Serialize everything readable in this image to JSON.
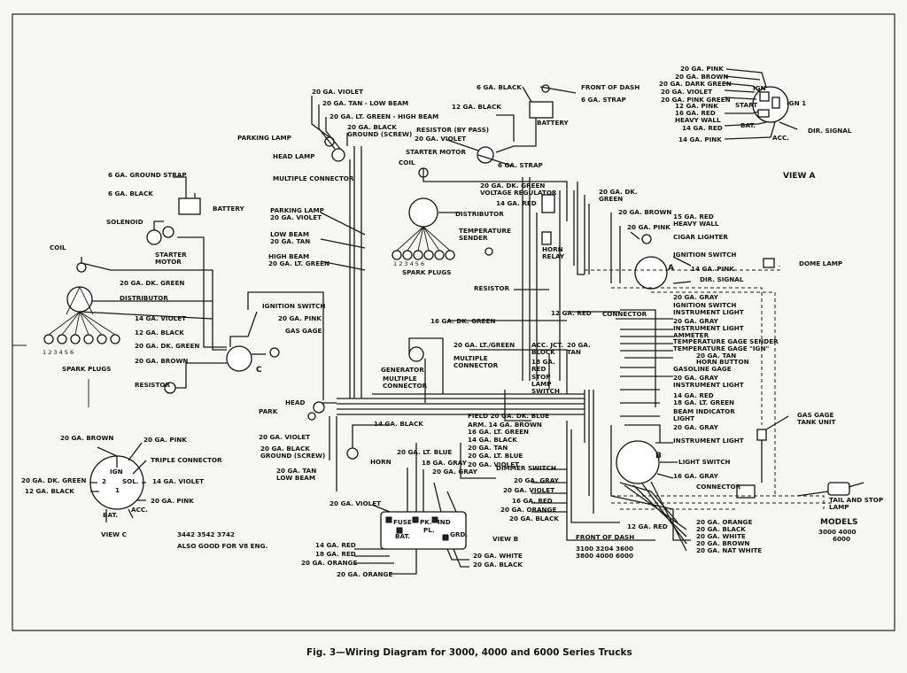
{
  "caption": "Fig. 3—Wiring Diagram for 3000, 4000 and 6000 Series Trucks",
  "labels": {
    "left_ground_strap": "6 GA. GROUND STRAP",
    "left_6ga_black": "6 GA. BLACK",
    "left_battery": "BATTERY",
    "left_solenoid": "SOLENOID",
    "left_starter_motor": "STARTER\nMOTOR",
    "left_coil": "COIL",
    "left_20dkgreen_1": "20 GA. DK. GREEN",
    "left_distributor": "DISTRIBUTOR",
    "left_14violet": "14 GA. VIOLET",
    "left_12black": "12 GA. BLACK",
    "left_20dkgreen_2": "20 GA. DK. GREEN",
    "left_20brown": "20 GA. BROWN",
    "left_resistor": "RESISTOR",
    "left_spark_plugs": "SPARK PLUGS",
    "left_plug_numbers": "1 2 3 4 5 6",
    "ign_switch_c": "IGNITION SWITCH",
    "ign_20pink": "20 GA. PINK",
    "gas_gage": "GAS GAGE",
    "hl_20violet": "20 GA. VIOLET",
    "hl_20tan_low": "20 GA. TAN - LOW BEAM",
    "hl_20ltgreen_high": "20 GA. LT. GREEN - HIGH BEAM",
    "hl_20black_ground": "20 GA. BLACK\nGROUND (SCREW)",
    "parking_lamp_top": "PARKING LAMP",
    "head_lamp_top": "HEAD LAMP",
    "multiple_connector_top": "MULTIPLE CONNECTOR",
    "parking_lamp_20violet": "PARKING LAMP\n20 GA. VIOLET",
    "low_beam_20tan": "LOW BEAM\n20 GA. TAN",
    "high_beam_20ltgreen": "HIGH BEAM\n20 GA. LT. GREEN",
    "top_6black": "6 GA. BLACK",
    "front_of_dash_top": "FRONT OF DASH",
    "top_6strap_1": "6 GA. STRAP",
    "top_12black": "12 GA. BLACK",
    "battery_top": "BATTERY",
    "resistor_bypass": "RESISTOR (BY PASS)",
    "top_20violet": "20 GA. VIOLET",
    "starter_motor_top": "STARTER MOTOR",
    "top_6strap_2": "6 GA. STRAP",
    "coil_top": "COIL",
    "dkgreen_vr": "20 GA. DK. GREEN\nVOLTAGE REGULATOR",
    "red_14": "14 GA. RED",
    "distributor_mid": "DISTRIBUTOR",
    "temp_sender": "TEMPERATURE\nSENDER",
    "horn_relay": "HORN\nRELAY",
    "spark_plugs_mid": "SPARK PLUGS",
    "mid_plug_numbers": "1 2 3 4 5 6",
    "resistor_mid": "RESISTOR",
    "mid_16dkgreen": "16 GA. DK. GREEN",
    "mid_20dkgreen": "20 GA. DK.\nGREEN",
    "mid_20brown": "20 GA. BROWN",
    "mid_12red": "12 GA. RED",
    "connector_mid": "CONNECTOR",
    "ltgreen_20": "20 GA. LT./GREEN",
    "multiple_connector_mid": "MULTIPLE\nCONNECTOR",
    "generator": "GENERATOR",
    "multiple_connector_low": "MULTIPLE\nCONNECTOR",
    "acc_jct_block": "ACC. JCT.\nBLOCK",
    "ga18_red": "18 GA.\nRED",
    "ga20_tan": "20 GA.\nTAN",
    "stop_lamp_switch": "STOP\nLAMP\nSWITCH",
    "head": "HEAD",
    "park": "PARK",
    "bot_20violet": "20 GA. VIOLET",
    "bot_20black_ground": "20 GA. BLACK\nGROUND (SCREW)",
    "bot_20tan_low": "20 GA. TAN\nLOW BEAM",
    "bot_14black": "14 GA. BLACK",
    "horn": "HORN",
    "field_20dkblue": "FIELD 20 GA. DK. BLUE",
    "arm_14brown": "ARM. 14 GA. BROWN",
    "bus_16ltgreen": "16 GA. LT. GREEN",
    "bus_14black": "14 GA. BLACK",
    "bus_20tan": "20 GA. TAN",
    "bus_20ltblue": "20 GA. LT. BLUE",
    "bus_20violet": "20 GA. VIOLET",
    "fb_20ltblue": "20 GA. LT. BLUE",
    "fb_18gray": "18 GA. GRAY",
    "fb_20gray": "20 GA. GRAY",
    "fb_20violet": "20 GA. VIOLET",
    "fb_fuse": "FUSE",
    "fb_pk": "PK.",
    "fb_ind": "IND",
    "fb_pl": "PL.",
    "fb_bat": "BAT.",
    "fb_grd": "GRD.",
    "fb_14red": "14 GA. RED",
    "fb_18red": "18 GA. RED",
    "fb_20orange": "20 GA. ORANGE",
    "fb_20orange_2": "20 GA. ORANGE",
    "fb_20white": "20 GA. WHITE",
    "fb_20black": "20 GA. BLACK",
    "view_b": "VIEW B",
    "dimmer_switch": "DIMMER SWITCH",
    "ds_20gray": "20 GA. GRAY",
    "ds_20violet": "20 GA. VIOLET",
    "ds_16red": "16 GA. RED",
    "ds_20orange": "20 GA. ORANGE",
    "ds_20black": "20 GA. BLACK",
    "front_of_dash_bottom": "FRONT OF DASH",
    "bottom_models_mid": "3100 3204 3600\n3800 4000 6000",
    "bot_12red": "12 GA. RED",
    "vc_20brown": "20 GA. BROWN",
    "vc_20pink": "20 GA. PINK",
    "triple_connector": "TRIPLE CONNECTOR",
    "vc_20dkgreen": "20 GA. DK. GREEN",
    "vc_12black": "12 GA. BLACK",
    "vc_14violet": "14 GA. VIOLET",
    "vc_20pink_2": "20 GA. PINK",
    "vc_ign": "IGN",
    "vc_2": "2",
    "vc_sol": "SOL.",
    "vc_1": "1",
    "vc_bat": "BAT.",
    "vc_acc": "ACC.",
    "view_c": "VIEW C",
    "models_left": "3442 3542 3742",
    "also_good": "ALSO GOOD FOR V8 ENG.",
    "va_20pink": "20 GA. PINK",
    "va_20brown": "20 GA. BROWN",
    "va_20dkgreen": "20 GA. DARK GREEN",
    "va_20violet": "20 GA. VIOLET",
    "va_20pinkgreen": "20 GA. PINK GREEN",
    "va_12pink": "12 GA. PINK",
    "va_16red": "16 GA. RED\nHEAVY WALL",
    "va_12pink_2": "12 GA. PINK",
    "va_14red": "14 GA. RED",
    "va_14pink": "14 GA. PINK",
    "va_ign": "IGN",
    "va_start": "START",
    "va_ign1": "IGN 1",
    "va_bat": "BAT.",
    "va_acc": "ACC.",
    "va_dir_signal": "DIR. SIGNAL",
    "view_a": "VIEW A",
    "r_15red": "15 GA. RED\nHEAVY WALL",
    "r_20pink": "20 GA. PINK",
    "r_cigar": "CIGAR LIGHTER",
    "r_ign_switch": "IGNITION SWITCH",
    "r_14pink": "14 GA. PINK",
    "r_dir_signal": "DIR. SIGNAL",
    "r_20gray": "20 GA. GRAY",
    "r_ign_switch_2": "IGNITION SWITCH\nINSTRUMENT LIGHT",
    "r_20gray_2": "20 GA. GRAY",
    "r_instr_light": "INSTRUMENT LIGHT",
    "r_ammeter": "AMMETER",
    "r_temp_sender": "TEMPERATURE GAGE SENDER",
    "r_temp_ign": "TEMPERATURE GAGE \"IGN\"",
    "r_20tan": "20 GA. TAN",
    "r_horn_button": "HORN BUTTON",
    "r_gasoline_gage": "GASOLINE GAGE",
    "r_20gray_3": "20 GA. GRAY",
    "r_instr_light_2": "INSTRUMENT LIGHT",
    "r_14red": "14 GA. RED",
    "r_18ltgreen": "18 GA. LT. GREEN",
    "r_beam_ind": "BEAM INDICATOR\nLIGHT",
    "r_20gray_4": "20 GA. GRAY",
    "r_instr_light_3": "INSTRUMENT LIGHT",
    "r_light_switch": "LIGHT SWITCH",
    "r_16gray": "16 GA. GRAY",
    "r_connector": "CONNECTOR",
    "dome_lamp": "DOME LAMP",
    "gas_gage_tank": "GAS GAGE\nTANK UNIT",
    "tail_stop": "TAIL AND STOP\nLAMP",
    "models_right": "MODELS",
    "models_right_nums": "3000 4000\n6000",
    "br_20orange": "20 GA. ORANGE",
    "br_20black": "20 GA. BLACK",
    "br_20white": "20 GA. WHITE",
    "br_20brown": "20 GA. BROWN",
    "br_20natwhite": "20 GA. NAT WHITE",
    "circle_a": "A",
    "circle_b": "B",
    "circle_c": "C"
  }
}
